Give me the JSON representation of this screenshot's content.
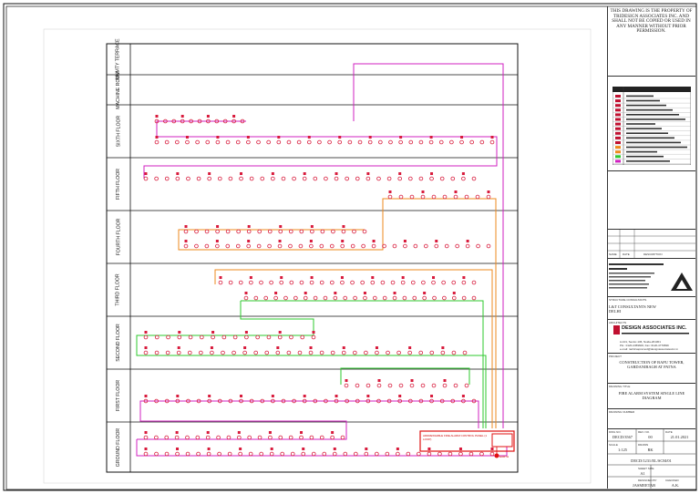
{
  "colors": {
    "device": "#d81b3c",
    "loop_magenta": "#d020c0",
    "loop_orange": "#ee8a1c",
    "loop_green": "#2ec82e",
    "panel": "#e01010",
    "frame": "#111111"
  },
  "floors": [
    {
      "label": "MUMTY TERRACE"
    },
    {
      "label": "MACHINE ROOM"
    },
    {
      "label": "SIXTH FLOOR"
    },
    {
      "label": "FIFTH FLOOR"
    },
    {
      "label": "FOURTH FLOOR"
    },
    {
      "label": "THIRD FLOOR"
    },
    {
      "label": "SECOND FLOOR"
    },
    {
      "label": "FIRST FLOOR"
    },
    {
      "label": "GROUND FLOOR"
    }
  ],
  "annotations": {
    "panel_note": "ADDRESSABLE FIRE ALARM CONTROL PANEL (1 LOOP)",
    "earth_note": "EARTH"
  },
  "title_block": {
    "notice": "THIS DRAWING IS THE PROPERTY OF TRIDESIGN ASSOCIATES INC. AND SHALL NOT BE COPIED OR USED IN ANY MANNER WITHOUT PRIOR PERMISSION.",
    "revision_header": {
      "name": "NAME",
      "date": "DATE",
      "description": "DESCRIPTION"
    },
    "consultant_label": "STRUCTURE CONSULTANTS",
    "consultant": "L&T CONSULTANTS NEW DELHI",
    "architect_label": "ARCHITECTS",
    "architect_logo": "DESIGN ASSOCIATES INC.",
    "architect_address": "A-101, Sector-136, Noida-201301",
    "architect_phone": "PH.: 0120-2459600, Fax: 0120-4779839",
    "architect_email": "e-mail: ranbirsapramod@designassociatesinc.in",
    "project_label": "PROJECT",
    "project": "CONSTRUCTION OF BAPU TOWER, GARDANIBAGH AT PATNA",
    "drawing_title_label": "DRAWING TITLE",
    "drawing_title": "FIRE ALARM SYSTEM SINGLE LINE DIAGRAM",
    "drawing_number_label": "DRAWING NUMBER",
    "dwg_no_label": "DWG NO.",
    "dwg_no": "DECD/3567",
    "rev_no_label": "REV. NO.",
    "rev_no": "00",
    "date_label": "DATE",
    "date": "21.01.2021",
    "scale_label": "SCALE",
    "scale": "1:125",
    "drawn_label": "DRAWN",
    "drawn": "RK",
    "ref_no": "DECD/1231/EL/SCM/01",
    "sheet_size_label": "SHEET SIZE",
    "sheet_size": "A1",
    "designed_label": "DESIGNED BY",
    "designed": "JASMEETAB",
    "checked_label": "CHECKED",
    "checked": "A.K."
  }
}
